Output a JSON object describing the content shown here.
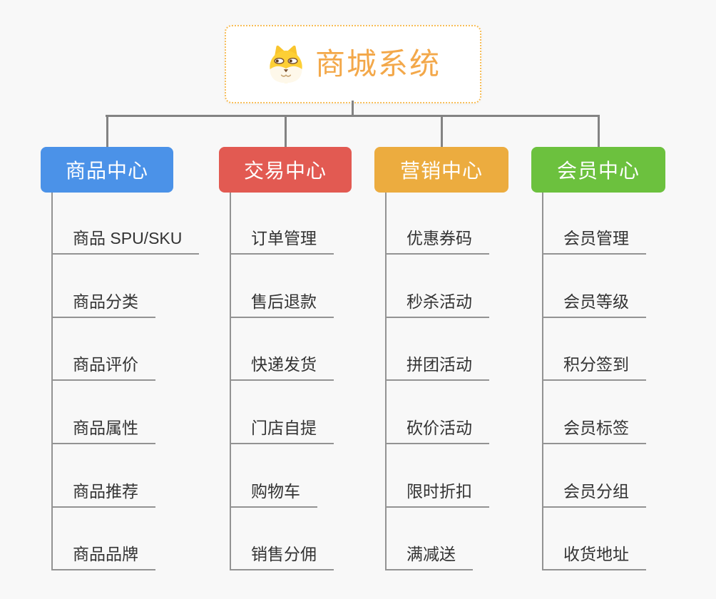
{
  "root": {
    "title": "商城系统",
    "icon": "dog-face-icon",
    "title_color": "#F3A84A",
    "border_color": "#F7BD57"
  },
  "branches": [
    {
      "label": "商品中心",
      "color": "#4B92E8",
      "children": [
        "商品 SPU/SKU",
        "商品分类",
        "商品评价",
        "商品属性",
        "商品推荐",
        "商品品牌"
      ]
    },
    {
      "label": "交易中心",
      "color": "#E25A52",
      "children": [
        "订单管理",
        "售后退款",
        "快递发货",
        "门店自提",
        "购物车",
        "销售分佣"
      ]
    },
    {
      "label": "营销中心",
      "color": "#ECAC3F",
      "children": [
        "优惠券码",
        "秒杀活动",
        "拼团活动",
        "砍价活动",
        "限时折扣",
        "满减送"
      ]
    },
    {
      "label": "会员中心",
      "color": "#6CC13E",
      "children": [
        "会员管理",
        "会员等级",
        "积分签到",
        "会员标签",
        "会员分组",
        "收货地址"
      ]
    }
  ],
  "style": {
    "background": "#F8F8F8",
    "connector_color": "#838383",
    "leaf_line_color": "#939393",
    "leaf_text_color": "#333333",
    "branch_text_color": "#FFFFFF"
  }
}
